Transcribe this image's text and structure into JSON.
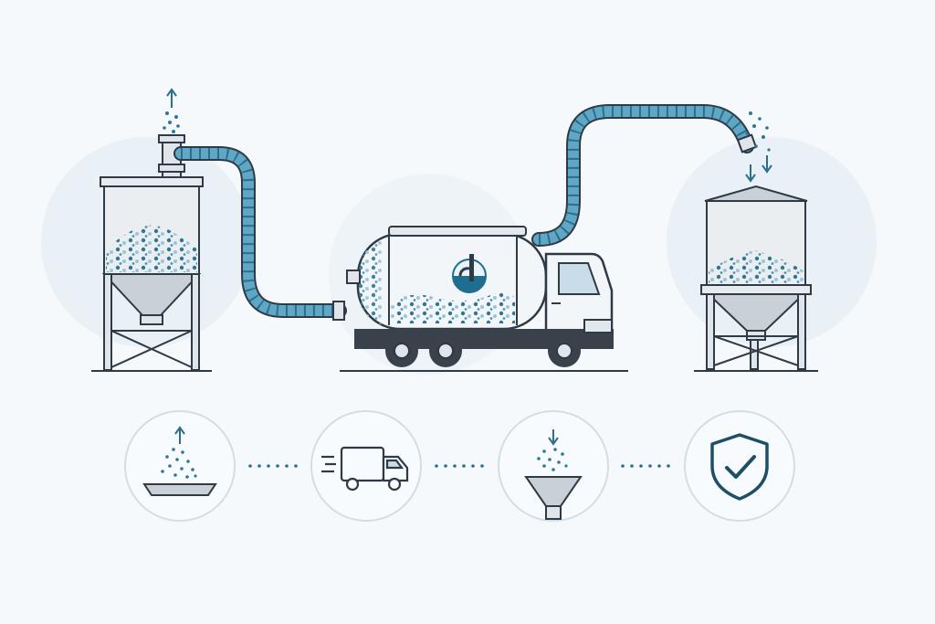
{
  "diagram": {
    "description_free": true,
    "colors": {
      "background": "#f6f9fb",
      "halo": "#e9f1f6",
      "outline": "#2e3a45",
      "pipe": "#5fa7c4",
      "pipe_dark": "#2c6f8d",
      "particles": "#2f7595",
      "particles_light": "#9cc6d8",
      "silo_body": "#eaeef1",
      "cone": "#c9d0d6",
      "truck_body": "#f3f6f8",
      "truck_base": "#39414a",
      "accent": "#1e6f8f",
      "circle_fill": "#f8fbfd",
      "circle_stroke": "#d3dde4"
    },
    "nodes": [
      {
        "id": "source-silo",
        "icon": "silo-icon"
      },
      {
        "id": "vacuum-hose",
        "icon": "hose-icon"
      },
      {
        "id": "vacuum-truck",
        "icon": "tanker-truck-icon"
      },
      {
        "id": "delivery-hose",
        "icon": "hose-icon"
      },
      {
        "id": "destination-silo",
        "icon": "silo-icon"
      }
    ],
    "steps": [
      {
        "id": "collect",
        "icon": "upward-suction-icon"
      },
      {
        "id": "transport",
        "icon": "delivery-truck-icon"
      },
      {
        "id": "unload",
        "icon": "hopper-funnel-icon"
      },
      {
        "id": "secure",
        "icon": "shield-check-icon"
      }
    ]
  }
}
